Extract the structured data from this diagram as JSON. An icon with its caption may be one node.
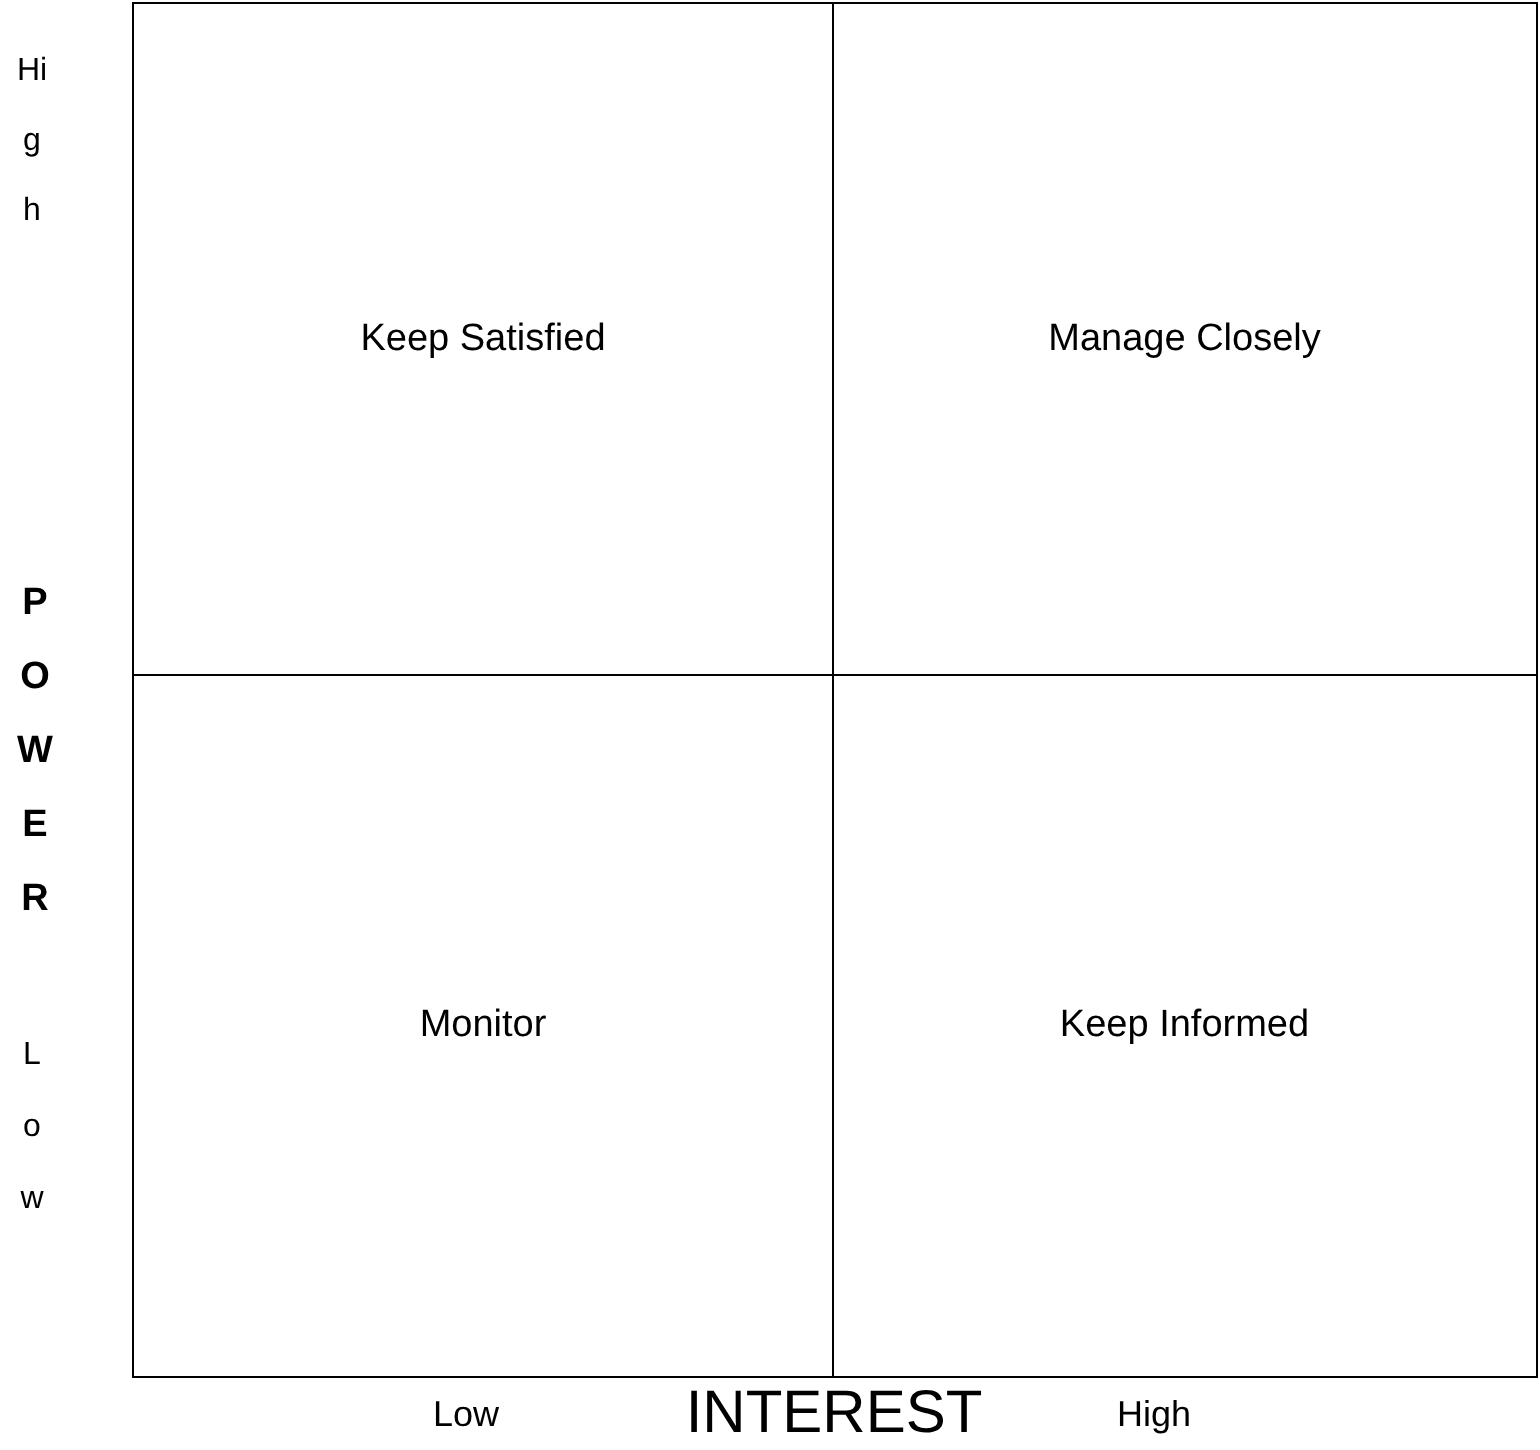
{
  "diagram": {
    "nodes": [
      {
        "text": [
          "Keep Satisfied"
        ]
      },
      {
        "text": [
          "Manage Closely"
        ]
      },
      {
        "text": [
          "Monitor"
        ]
      },
      {
        "text": [
          "Keep Informed"
        ]
      }
    ],
    "labels": [
      "High",
      "POWER",
      "Low",
      "Low",
      "High",
      "INTEREST"
    ]
  }
}
